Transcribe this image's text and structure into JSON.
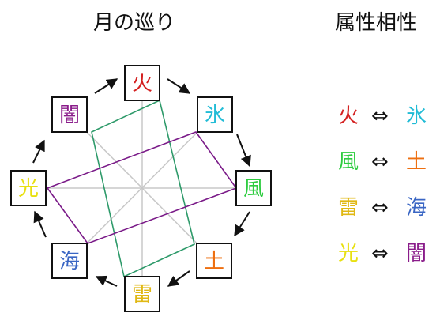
{
  "titles": {
    "cycle": "月の巡り",
    "affinity": "属性相性"
  },
  "elements": [
    {
      "id": "fire",
      "char": "火",
      "color": "#d42020"
    },
    {
      "id": "ice",
      "char": "氷",
      "color": "#22bcd6"
    },
    {
      "id": "wind",
      "char": "風",
      "color": "#2ecc40"
    },
    {
      "id": "earth",
      "char": "土",
      "color": "#ee6f10"
    },
    {
      "id": "thunder",
      "char": "雷",
      "color": "#e0b814"
    },
    {
      "id": "sea",
      "char": "海",
      "color": "#3a66c4"
    },
    {
      "id": "light",
      "char": "光",
      "color": "#e8e010"
    },
    {
      "id": "dark",
      "char": "闇",
      "color": "#8a1c8a"
    }
  ],
  "affinities": [
    {
      "left": "火",
      "left_color": "#d42020",
      "arrow": "⇔",
      "right": "氷",
      "right_color": "#22bcd6"
    },
    {
      "left": "風",
      "left_color": "#2ecc40",
      "arrow": "⇔",
      "right": "土",
      "right_color": "#ee6f10"
    },
    {
      "left": "雷",
      "left_color": "#e0b814",
      "arrow": "⇔",
      "right": "海",
      "right_color": "#3a66c4"
    },
    {
      "left": "光",
      "left_color": "#e8e010",
      "arrow": "⇔",
      "right": "闇",
      "right_color": "#8a1c8a"
    }
  ],
  "colors": {
    "green_rectangle": "#2e9a6a",
    "purple_rectangle": "#7a1a88",
    "center_lines": "#c8c8c8",
    "arrows": "#111111"
  }
}
